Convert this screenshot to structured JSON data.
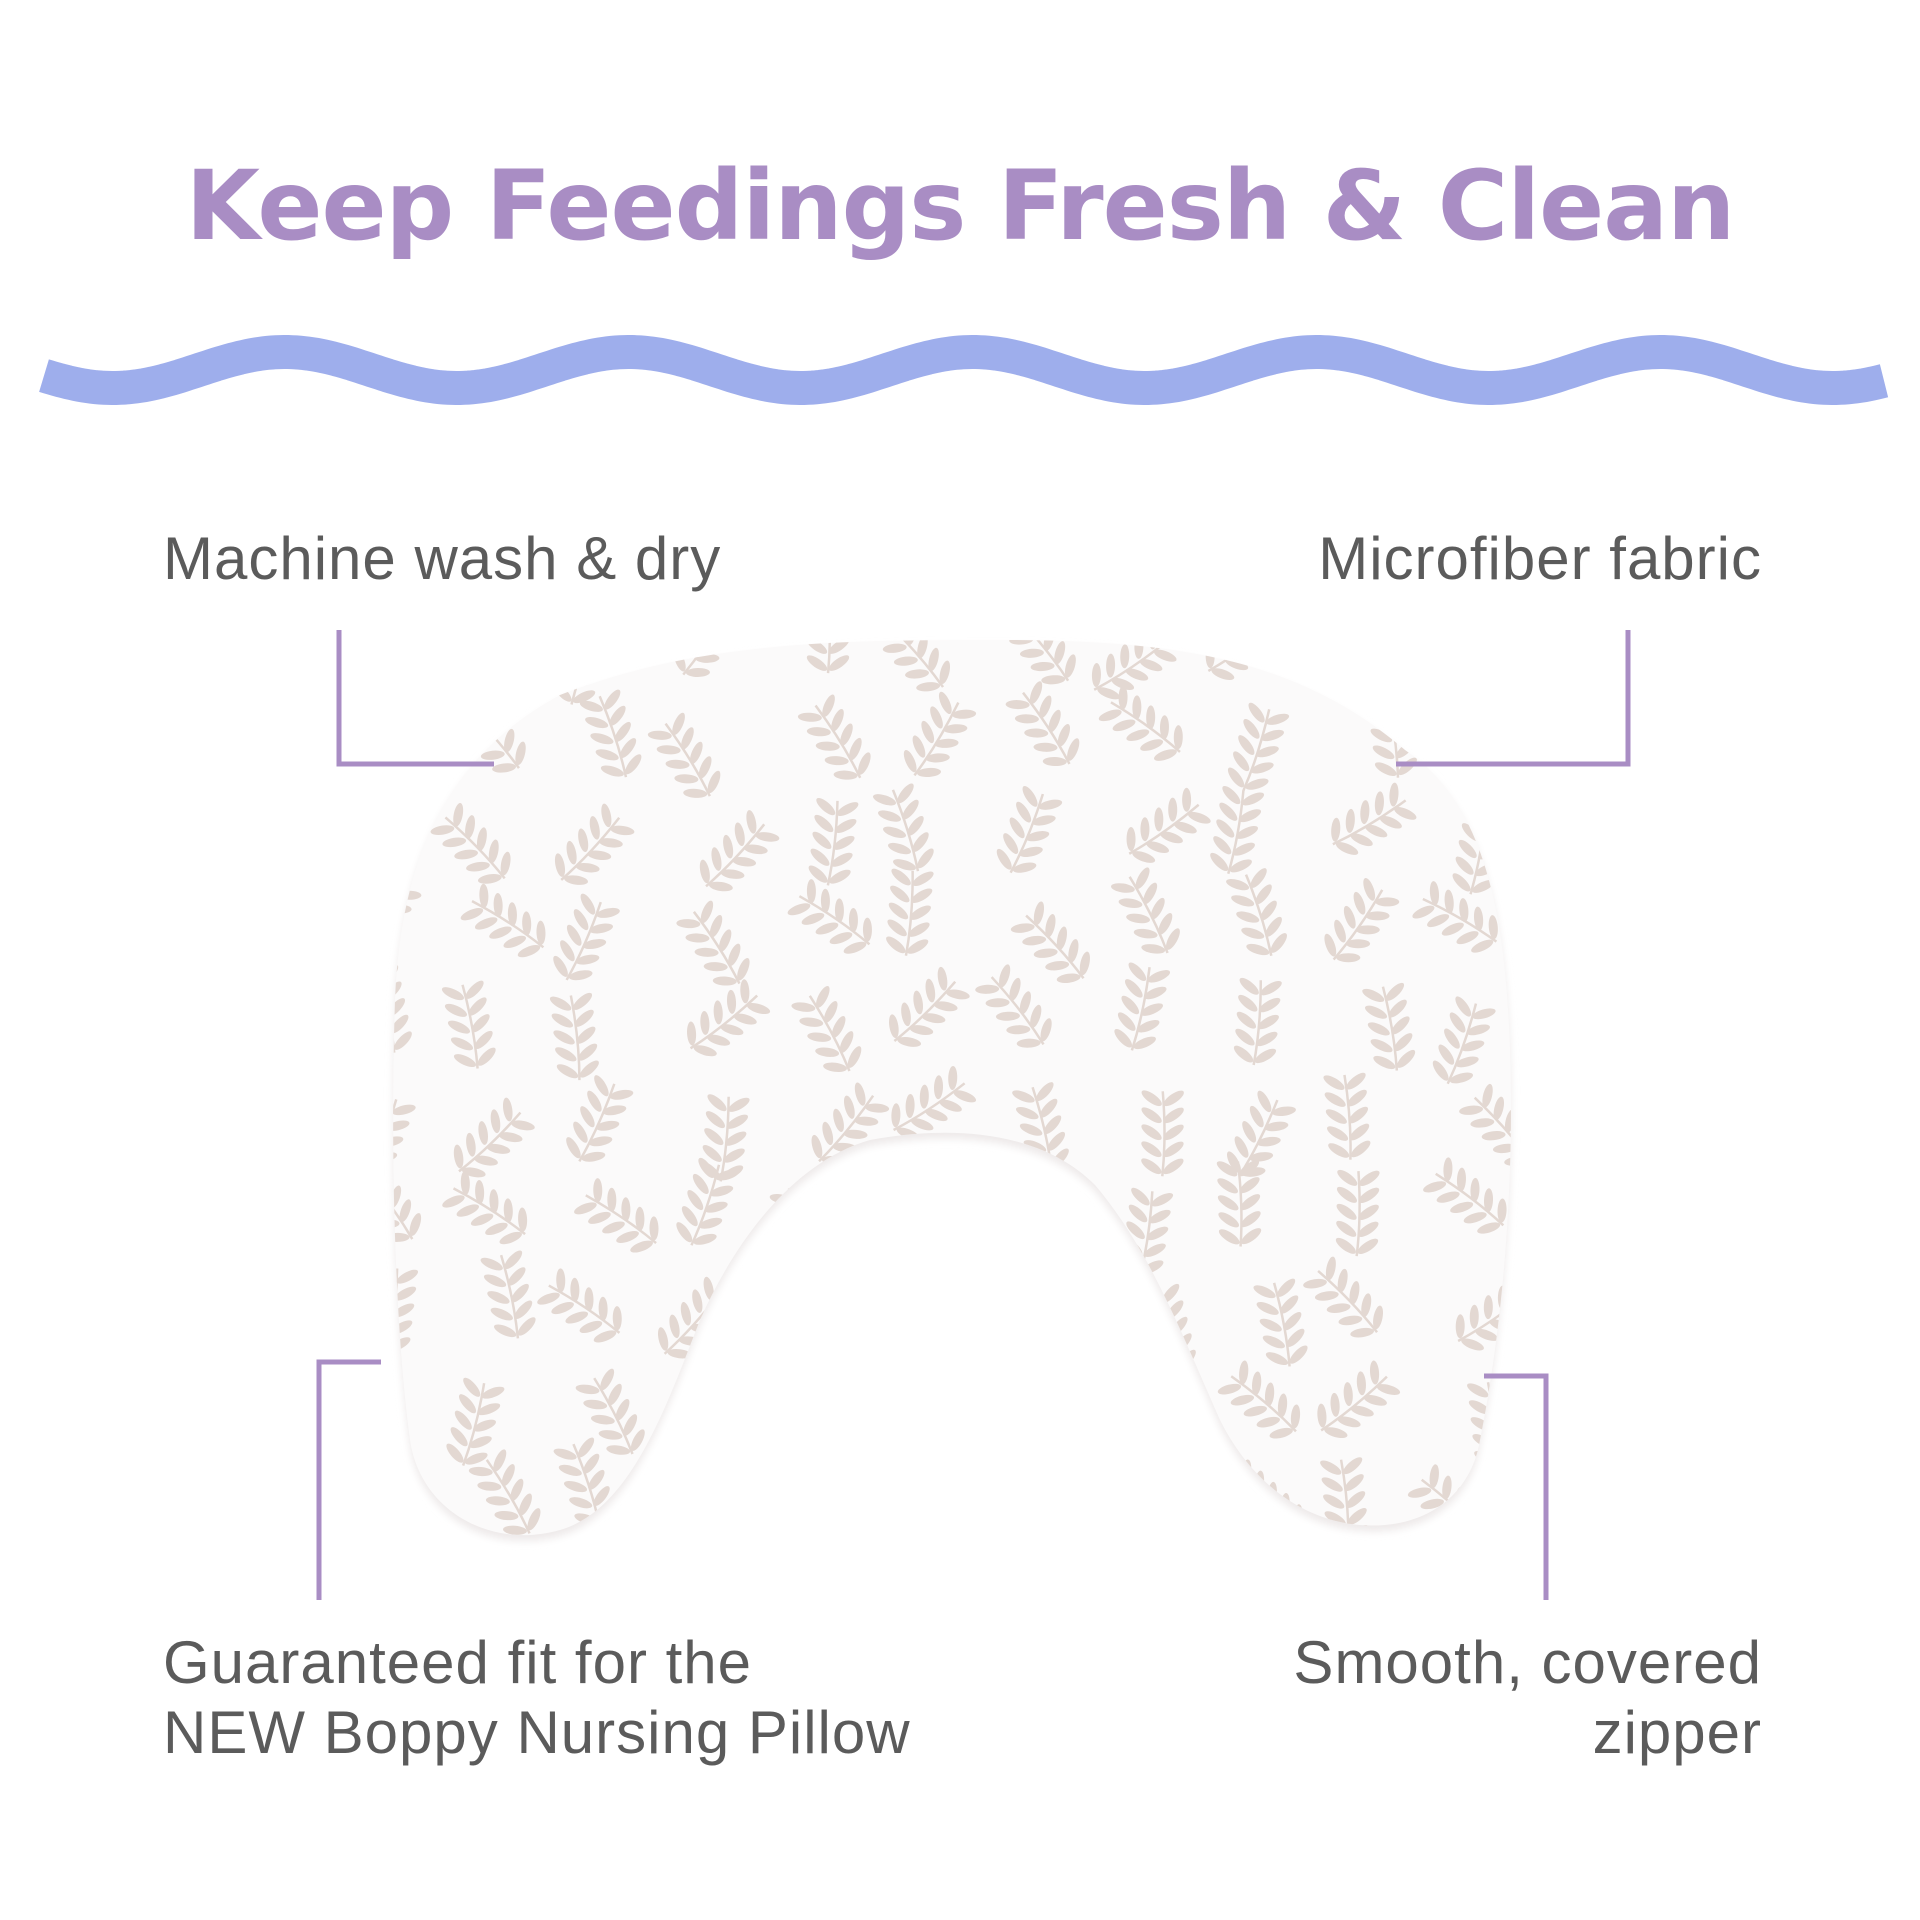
{
  "heading": {
    "title": "Keep Feedings Fresh & Clean"
  },
  "features": {
    "top_left": {
      "label": "Machine wash & dry"
    },
    "top_right": {
      "label": "Microfiber fabric"
    },
    "bottom_left": {
      "line1": "Guaranteed fit for the",
      "line2": "NEW Boppy Nursing Pillow"
    },
    "bottom_right": {
      "line1": "Smooth, covered",
      "line2": "zipper"
    }
  },
  "colors": {
    "title": "#a98dc4",
    "wave": "#9eaeec",
    "callout_text": "#5b5b5b",
    "leader_line": "#a98dc4",
    "pillow_fill": "#fbfafa",
    "pillow_pattern": "#e3d8d2"
  },
  "icons": {
    "product": "nursing-pillow-cover-image"
  }
}
